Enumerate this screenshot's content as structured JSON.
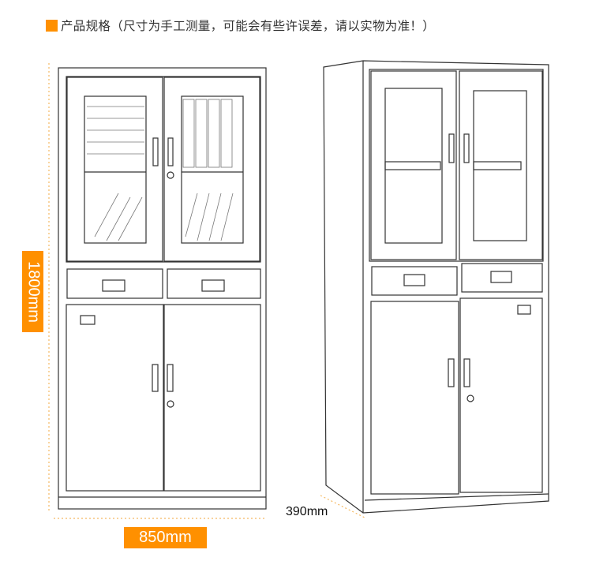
{
  "header": {
    "title": "产品规格（尺寸为手工测量，可能会有些许误差，请以实物为准！）"
  },
  "dimensions": {
    "height": "1800mm",
    "width": "850mm",
    "depth": "390mm"
  },
  "colors": {
    "accent": "#ff9000",
    "line": "#333333"
  }
}
